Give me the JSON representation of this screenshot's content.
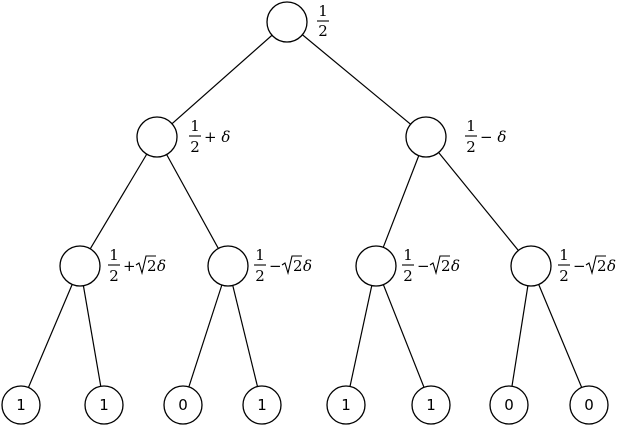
{
  "root": {
    "numerator": "1",
    "denominator": "2"
  },
  "level1": [
    {
      "numerator": "1",
      "denominator": "2",
      "suffix": "+ δ"
    },
    {
      "numerator": "1",
      "denominator": "2",
      "suffix": "− δ"
    }
  ],
  "level2": [
    {
      "numerator": "1",
      "denominator": "2",
      "op": "+",
      "root_arg": "2",
      "tail": "δ"
    },
    {
      "numerator": "1",
      "denominator": "2",
      "op": "−",
      "root_arg": "2",
      "tail": "δ"
    },
    {
      "numerator": "1",
      "denominator": "2",
      "op": "−",
      "root_arg": "2",
      "tail": "δ"
    },
    {
      "numerator": "1",
      "denominator": "2",
      "op": "−",
      "root_arg": "2",
      "tail": "δ"
    }
  ],
  "leaves": [
    "1",
    "1",
    "0",
    "1",
    "1",
    "1",
    "0",
    "0"
  ]
}
